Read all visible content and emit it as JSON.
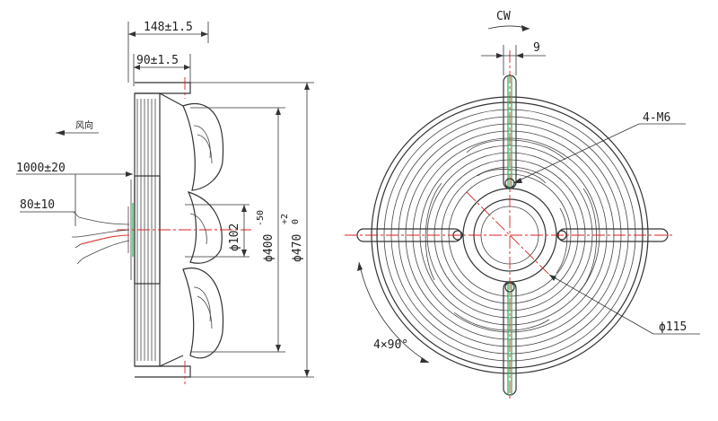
{
  "side_view": {
    "width_overall": "148±1.5",
    "width_motor": "90±1.5",
    "cable_length": "1000±20",
    "lead_length": "80±10",
    "airflow_label": "风向",
    "diameter_hub": "ϕ102",
    "diameter_venturi": "ϕ400",
    "diameter_venturi_tol": "-5",
    "diameter_venturi_tol_top": "0",
    "diameter_guard": "ϕ470",
    "diameter_guard_tol": "+2",
    "diameter_guard_tol_bottom": "0"
  },
  "front_view": {
    "rotation": "CW",
    "slot_width": "9",
    "mount_holes": "4-M6",
    "angular_spacing": "4×90°",
    "bolt_circle": "ϕ115"
  },
  "colors": {
    "line": "#333333",
    "centerline": "#e02020",
    "ground_wire": "#22b14c"
  }
}
